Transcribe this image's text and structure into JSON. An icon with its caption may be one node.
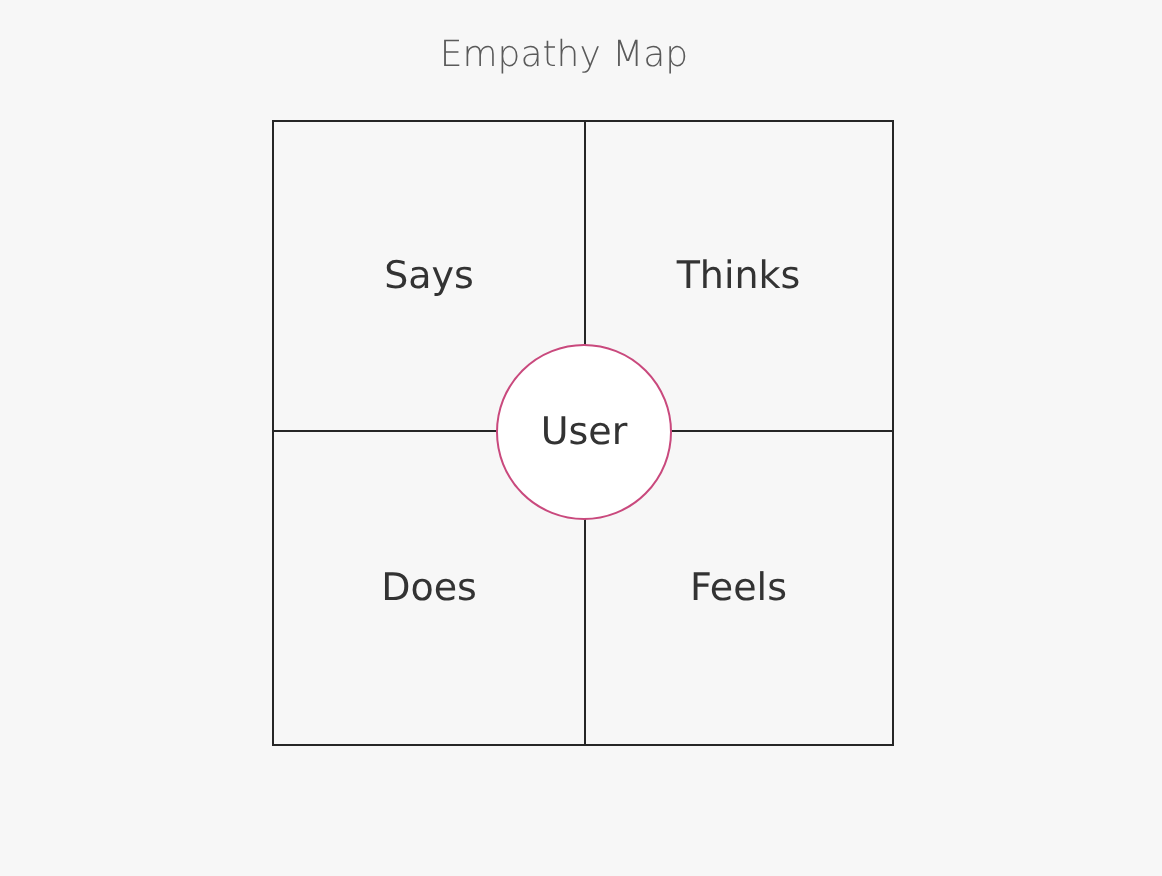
{
  "diagram": {
    "title": "Empathy Map",
    "nodes": [
      {
        "text": [
          "Says"
        ]
      },
      {
        "text": [
          "Thinks"
        ]
      },
      {
        "text": [
          "Does"
        ]
      },
      {
        "text": [
          "Feels"
        ]
      },
      {
        "text": [
          "User"
        ]
      }
    ]
  }
}
